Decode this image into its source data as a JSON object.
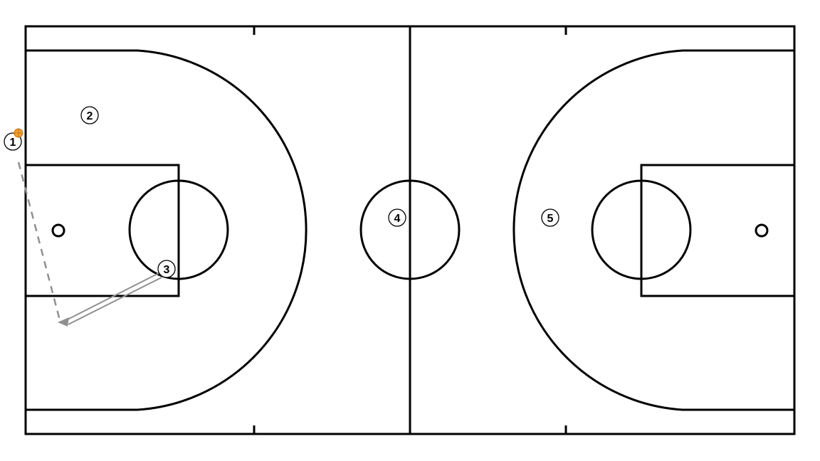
{
  "colors": {
    "background": "#ffffff",
    "court_lines": "#000000",
    "ball": "#f0a030",
    "ball_outline": "#c07010",
    "dribble_path": "#909090",
    "pass_arrow": "#909090"
  },
  "players": [
    {
      "label": "1",
      "has_ball": true
    },
    {
      "label": "2",
      "has_ball": false
    },
    {
      "label": "3",
      "has_ball": false
    },
    {
      "label": "4",
      "has_ball": false
    },
    {
      "label": "5",
      "has_ball": false
    }
  ],
  "actions": [
    {
      "type": "dribble",
      "from_player": "1",
      "style": "dashed"
    },
    {
      "type": "pass",
      "to_player": "3",
      "style": "double-line-arrow"
    }
  ],
  "icons": [
    "basketball-icon",
    "player-marker-icon",
    "arrowhead-icon"
  ]
}
